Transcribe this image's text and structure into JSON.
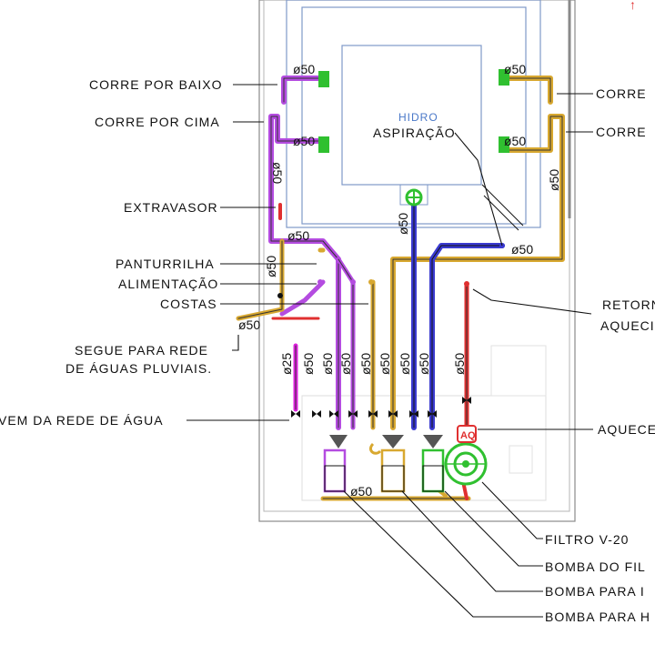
{
  "labels": {
    "corre_por_baixo_left": "CORRE POR BAIXO",
    "corre_por_cima_left": "CORRE POR CIMA",
    "extravasor": "EXTRAVASOR",
    "panturrilha": "PANTURRILHA",
    "alimentacao": "ALIMENTAÇÃO",
    "costas": "COSTAS",
    "segue_line1": "SEGUE PARA REDE",
    "segue_line2": "DE ÁGUAS PLUVIAIS.",
    "vem_da_rede": "VEM DA REDE DE ÁGUA",
    "corre_right_1": "CORRE",
    "corre_right_2": "CORRE",
    "retorno": "RETORN",
    "aquec": "AQUECI",
    "aquece": "AQUECE",
    "filtro": "FILTRO V-20",
    "bomba_fil": "BOMBA DO FIL",
    "bomba_para_1": "BOMBA PARA I",
    "bomba_para_2": "BOMBA PARA H",
    "hidro": "HIDRO",
    "aspiracao": "ASPIRAÇÃO",
    "aq_badge": "AQ",
    "top_mark": "↑"
  },
  "dimensions": {
    "d50": "ø50",
    "d25": "ø25"
  },
  "colors": {
    "purple": "#b44ce0",
    "yellow": "#d8a830",
    "blue": "#3a3ad0",
    "red": "#e03030",
    "green": "#30c030",
    "magenta": "#e020e0",
    "outline": "#7f99c9"
  }
}
